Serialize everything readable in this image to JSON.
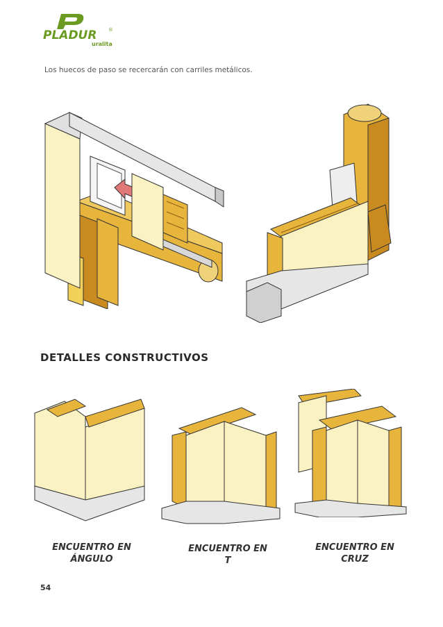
{
  "brand": {
    "name": "PLADUR",
    "sub": "uralita",
    "reg": "®"
  },
  "caption": "Los huecos de paso se recercarán con carriles metálicos.",
  "section_title": "DETALLES CONSTRUCTIVOS",
  "figures": [
    {
      "line1": "ENCUENTRO EN",
      "line2": "ÁNGULO"
    },
    {
      "line1": "ENCUENTRO EN",
      "line2": "T"
    },
    {
      "line1": "ENCUENTRO EN",
      "line2": "CRUZ"
    }
  ],
  "page_number": "54",
  "colors": {
    "board": "#fbf2c4",
    "wood": "#e8b53c",
    "wood_dark": "#c98a1f",
    "metal": "#d8d8d8",
    "brand_green": "#6a9a1f",
    "arrow": "#e07878"
  }
}
